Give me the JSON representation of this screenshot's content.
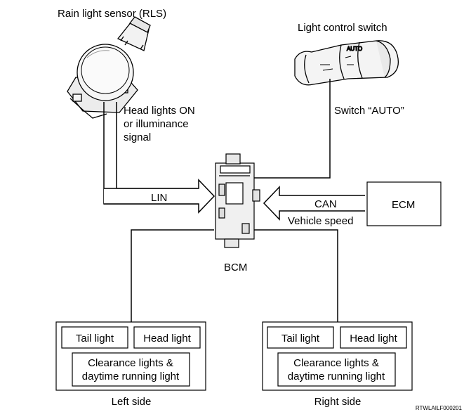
{
  "components": {
    "rls": "Rain light sensor (RLS)",
    "light_switch": "Light control switch",
    "bcm": "BCM",
    "ecm": "ECM"
  },
  "signals": {
    "rls_line1": "Head lights ON",
    "rls_line2": "or illuminance",
    "rls_line3": "signal",
    "lin": "LIN",
    "switch_auto": "Switch “AUTO”",
    "can": "CAN",
    "vehicle_speed": "Vehicle speed"
  },
  "left_group": {
    "tail": "Tail light",
    "head": "Head light",
    "clearance_line1": "Clearance lights &",
    "clearance_line2": "daytime running light",
    "caption": "Left side"
  },
  "right_group": {
    "tail": "Tail light",
    "head": "Head light",
    "clearance_line1": "Clearance lights &",
    "clearance_line2": "daytime running light",
    "caption": "Right side"
  },
  "figure_code": "RTWLAILF000201"
}
